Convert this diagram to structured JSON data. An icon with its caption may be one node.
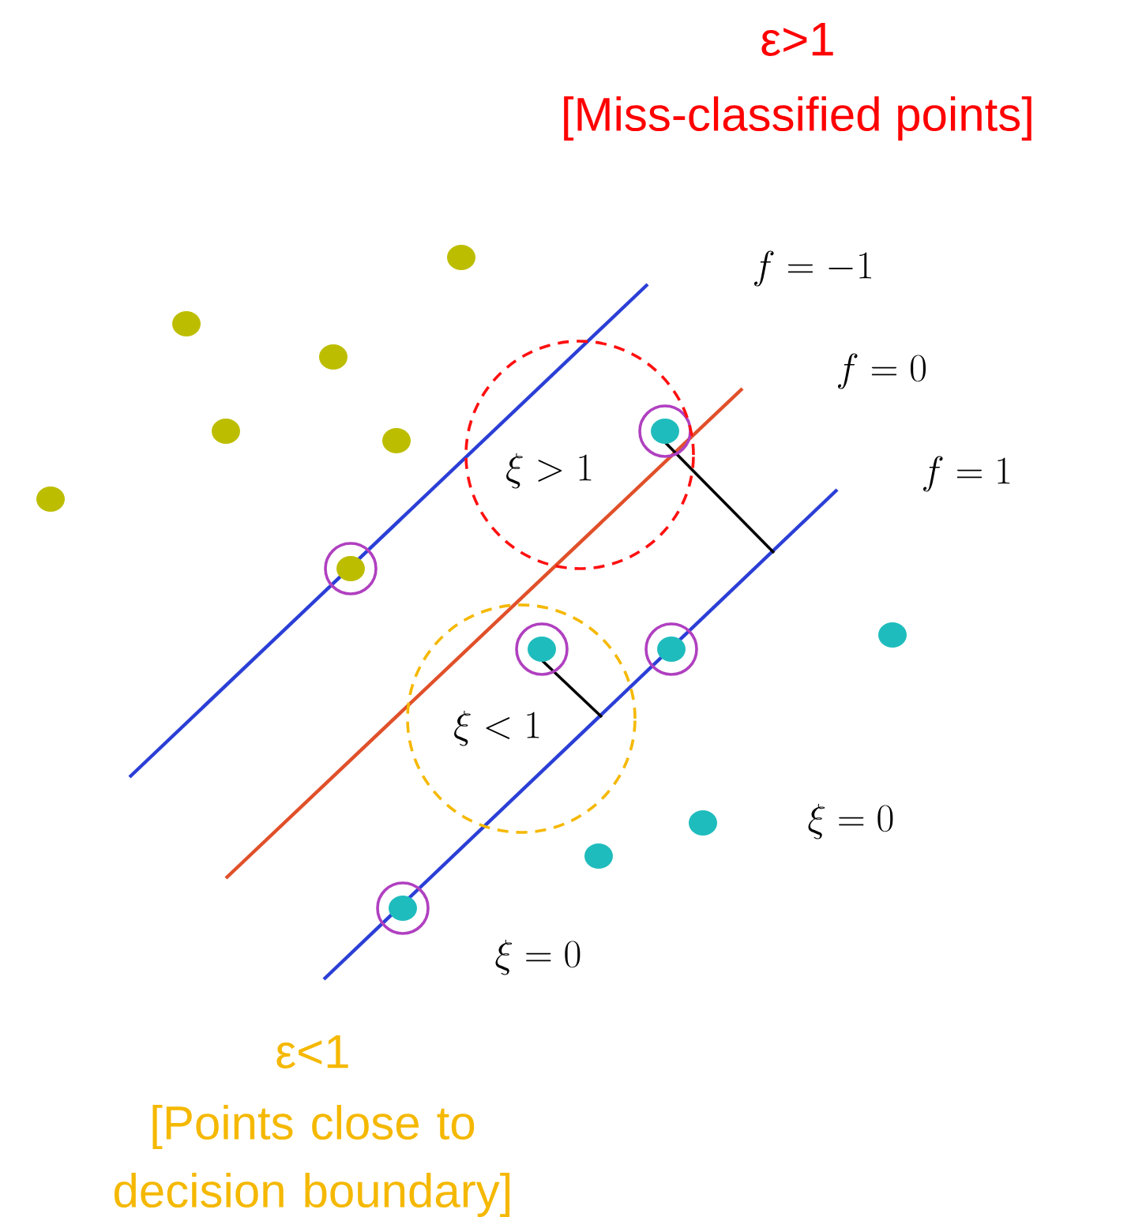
{
  "diagram": {
    "nodes": [
      {
        "text": [
          "\\xi > 1"
        ]
      },
      {
        "text": [
          "\\xi < 1"
        ]
      }
    ],
    "labels": [
      "ε>1",
      "[Miss-classified points]",
      "f = -1",
      "f = 0",
      "f = 1",
      "\\xi = 0",
      "\\xi = 0",
      "ε<1",
      "[Points close to decision boundary]"
    ]
  }
}
